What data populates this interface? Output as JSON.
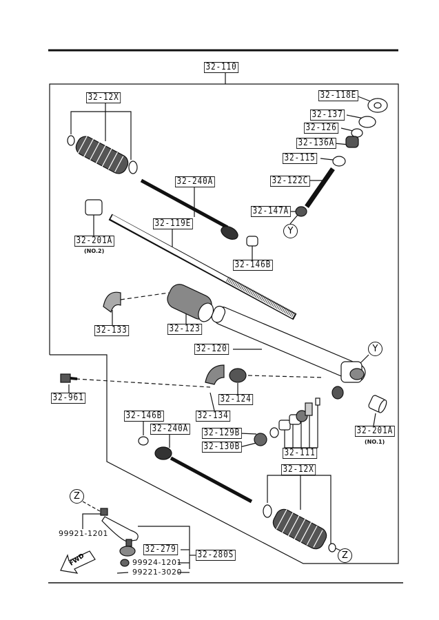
{
  "assembly": "32-110",
  "labels": {
    "boot_top": "32-12X",
    "cap": "32-118E",
    "seal_137": "32-137",
    "bearing_126": "32-126",
    "nut_136a": "32-136A",
    "bearing_115": "32-115",
    "pinion": "32-122C",
    "bearing_147a": "32-147A",
    "tie_rod_top": "32-240A",
    "rack": "32-119E",
    "bushing_no2": "32-201A",
    "bushing_no2_note": "(NO.2)",
    "washer_top": "32-146B",
    "clamp_133": "32-133",
    "mount_123": "32-123",
    "housing": "32-120",
    "bolt": "32-961",
    "mount_124": "32-124",
    "clamp_134": "32-134",
    "washer_bottom": "32-146B",
    "tie_rod_bottom": "32-240A",
    "plug_129b": "32-129B",
    "nut_130b": "32-130B",
    "yoke_111": "32-111",
    "bushing_no1": "32-201A",
    "bushing_no1_note": "(NO.1)",
    "boot_bottom": "32-12X",
    "tie_rod_end_nut": "99921-1201",
    "dust_boot": "32-279",
    "tie_rod_end": "32-280S",
    "castle_nut": "99924-1201",
    "cotter_pin": "99221-3020"
  },
  "refs": {
    "y_top": "Y",
    "y_right": "Y",
    "z_left": "Z",
    "z_right": "Z"
  },
  "fwd_label": "FWD"
}
